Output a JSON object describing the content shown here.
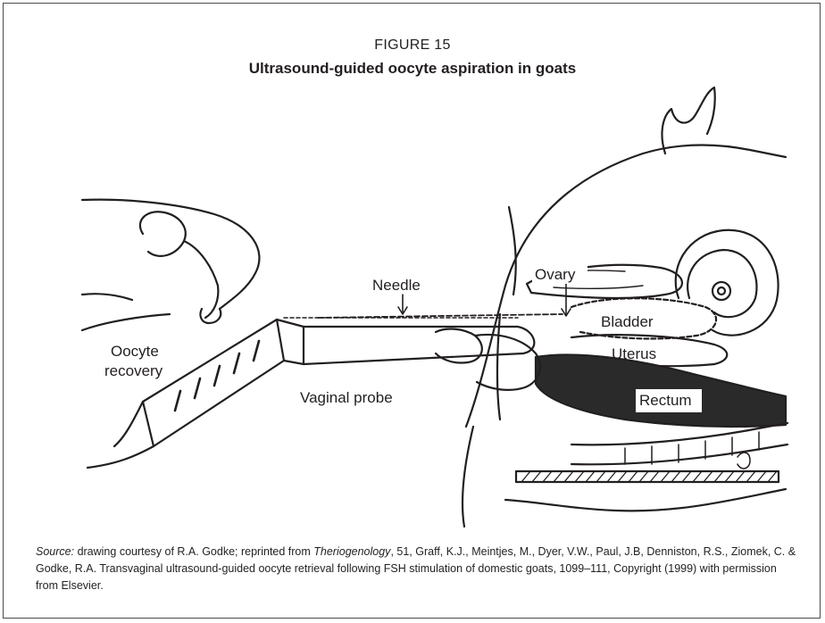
{
  "figure": {
    "number": "FIGURE 15",
    "title": "Ultrasound-guided oocyte aspiration in goats"
  },
  "labels": {
    "needle": "Needle",
    "ovary": "Ovary",
    "bladder": "Bladder",
    "uterus": "Uterus",
    "rectum": "Rectum",
    "oocyte_recovery_line1": "Oocyte",
    "oocyte_recovery_line2": "recovery",
    "vaginal_probe": "Vaginal probe"
  },
  "caption": {
    "source_label": "Source:",
    "text_a": " drawing courtesy of R.A. Godke; reprinted from ",
    "journal": "Theriogenology",
    "text_b": ", 51, Graff, K.J., Meintjes, M., Dyer, V.W., Paul, J.B, Denniston, R.S., Ziomek, C. & Godke, R.A. Transvaginal ultrasound-guided oocyte retrieval following FSH stimulation of domestic goats, 1099–111, Copyright (1999) with permission from Elsevier."
  }
}
